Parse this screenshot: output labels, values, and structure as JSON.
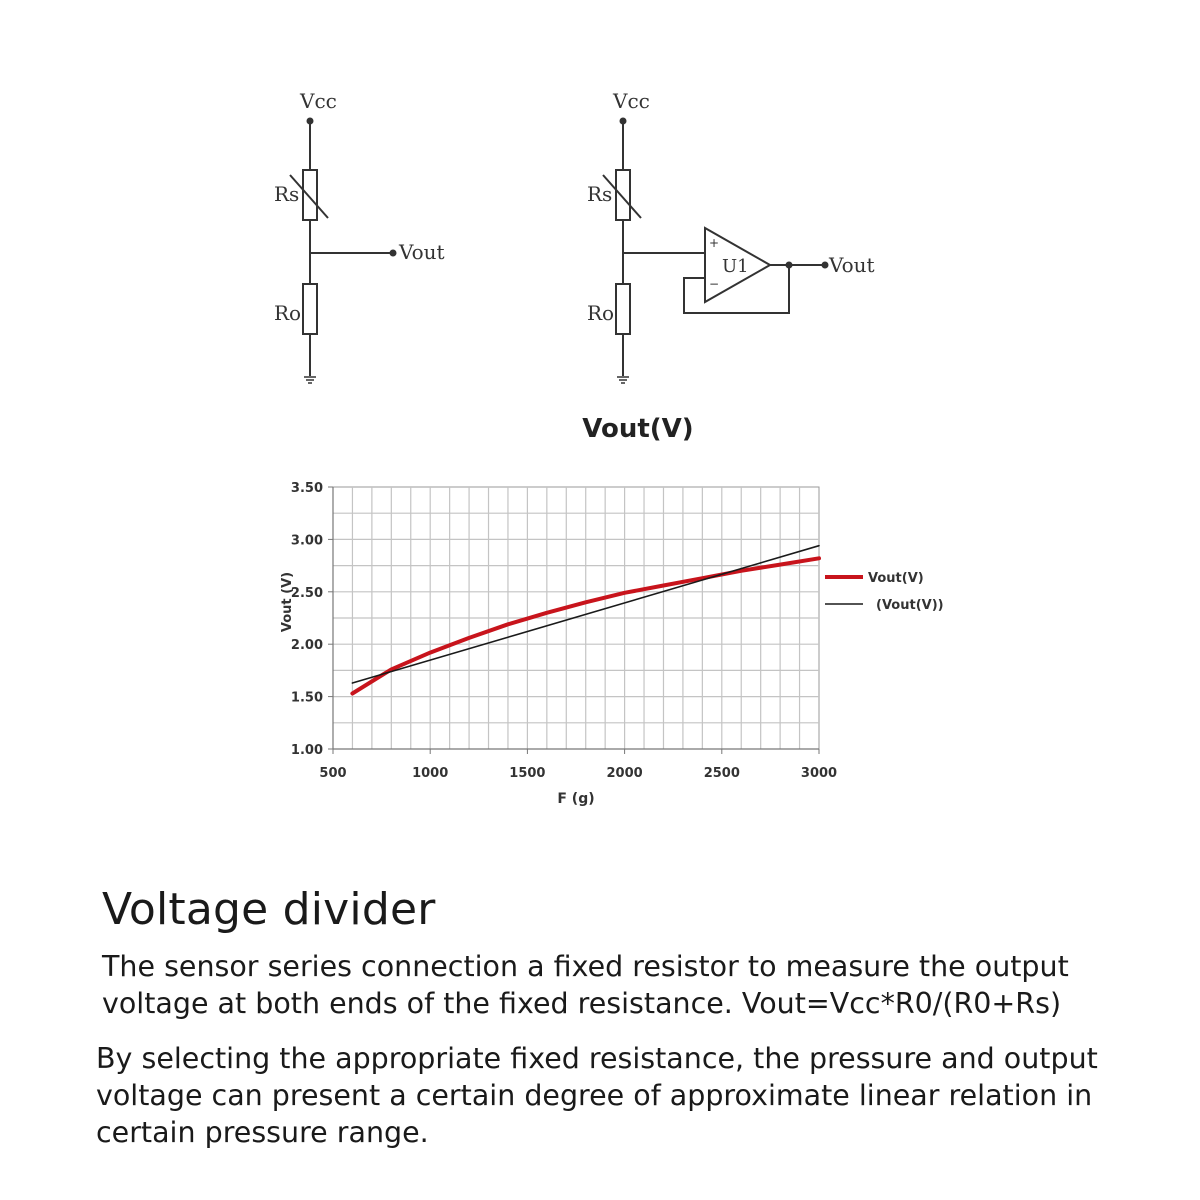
{
  "circuit_left": {
    "vcc_label": "Vcc",
    "rs_label": "Rs",
    "ro_label": "Ro",
    "vout_label": "Vout"
  },
  "circuit_right": {
    "vcc_label": "Vcc",
    "rs_label": "Rs",
    "ro_label": "Ro",
    "opamp_label": "U1",
    "plus_sign": "+",
    "minus_sign": "−",
    "vout_label": "Vout"
  },
  "chart_data": {
    "type": "line",
    "title": "Vout(V)",
    "xlabel": "F (g)",
    "ylabel": "Vout (V)",
    "xlim": [
      500,
      3000
    ],
    "ylim": [
      1.0,
      3.5
    ],
    "x_ticks": [
      "500",
      "1000",
      "1500",
      "2000",
      "2500",
      "3000"
    ],
    "y_ticks": [
      "1.00",
      "1.50",
      "2.00",
      "2.50",
      "3.00",
      "3.50"
    ],
    "grid": true,
    "legend_position": "right",
    "series": [
      {
        "name": "Vout(V)",
        "color": "#c8141c",
        "x": [
          600,
          800,
          1000,
          1200,
          1400,
          1600,
          1800,
          2000,
          2200,
          2400,
          2600,
          2800,
          3000
        ],
        "y": [
          1.53,
          1.76,
          1.92,
          2.06,
          2.19,
          2.3,
          2.4,
          2.49,
          2.56,
          2.63,
          2.7,
          2.76,
          2.82
        ]
      },
      {
        "name": "(Vout(V))",
        "color": "#1a1a1a",
        "x": [
          600,
          3000
        ],
        "y": [
          1.63,
          2.94
        ]
      }
    ]
  },
  "text": {
    "heading": "Voltage divider",
    "para1": "The sensor series connection a fixed resistor to measure the output voltage at both ends of the fixed resistance. Vout=Vcc*R0/(R0+Rs)",
    "para2": "By selecting the appropriate fixed resistance, the pressure and output voltage can present a certain degree of approximate linear relation in certain pressure range."
  }
}
